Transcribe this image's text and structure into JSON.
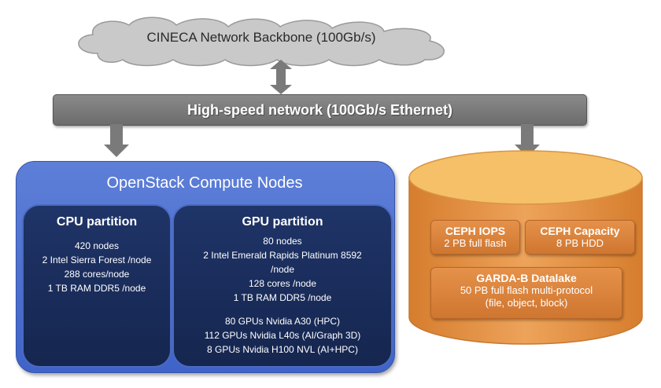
{
  "cloud": {
    "label": "CINECA Network Backbone (100Gb/s)",
    "color": "#c9c9c9"
  },
  "network": {
    "label": "High-speed network (100Gb/s Ethernet)",
    "color": "#7a7a7a"
  },
  "compute": {
    "title": "OpenStack Compute Nodes",
    "color": "#4a6fd3",
    "cpu": {
      "title": "CPU partition",
      "lines": [
        "420 nodes",
        "2 Intel Sierra Forest /node",
        "288 cores/node",
        "1 TB RAM DDR5 /node"
      ]
    },
    "gpu": {
      "title": "GPU partition",
      "lines": [
        "80 nodes",
        "2 Intel Emerald Rapids Platinum 8592",
        "/node",
        "128 cores /node",
        "1 TB RAM DDR5 /node"
      ],
      "gpu_lines": [
        "80 GPUs Nvidia A30 (HPC)",
        "112 GPUs Nvidia L40s (AI/Graph 3D)",
        "8 GPUs Nvidia H100 NVL (AI+HPC)"
      ]
    }
  },
  "storage": {
    "color": "#e49a4a",
    "ceph_iops": {
      "title": "CEPH IOPS",
      "detail": "2 PB full flash"
    },
    "ceph_capacity": {
      "title": "CEPH Capacity",
      "detail": "8 PB HDD"
    },
    "garda": {
      "title": "GARDA-B Datalake",
      "detail1": "50 PB full flash multi-protocol",
      "detail2": "(file, object, block)"
    }
  }
}
